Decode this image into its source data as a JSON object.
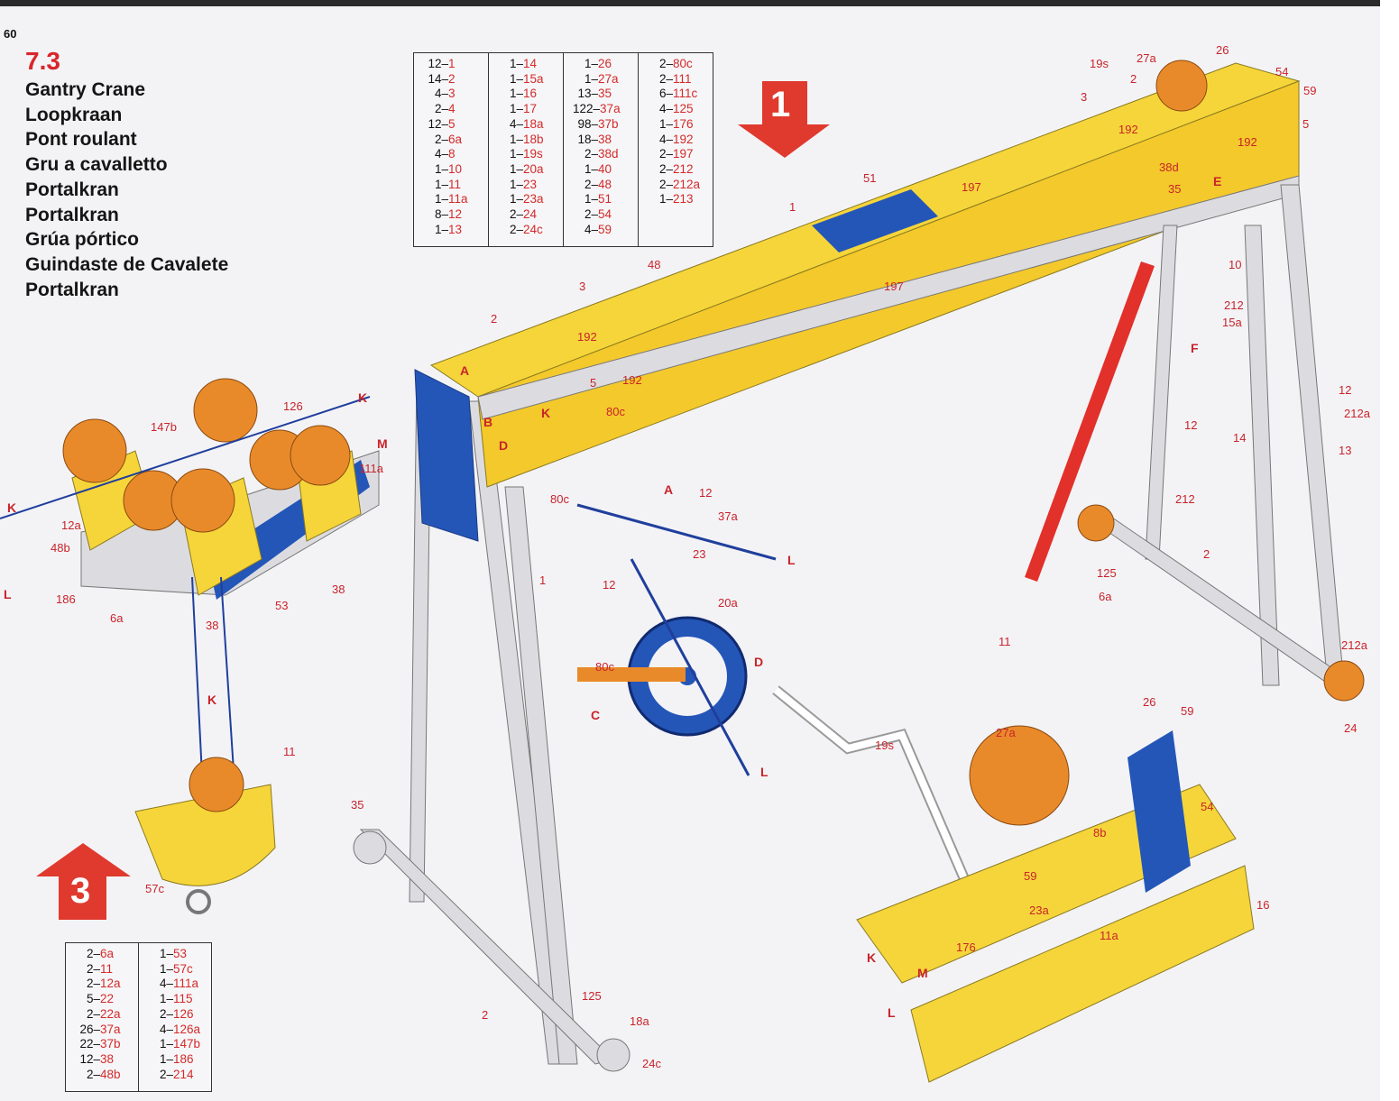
{
  "page_number": "60",
  "model_number": "7.3",
  "model_names": [
    "Gantry Crane",
    "Loopkraan",
    "Pont roulant",
    "Gru a cavalletto",
    "Portalkran",
    "Portalkran",
    "Grúa pórtico",
    "Guindaste de Cavalete",
    "Portalkran"
  ],
  "stage_1": {
    "label": "1",
    "parts": [
      [
        {
          "q": "12–",
          "p": "1"
        },
        {
          "q": "14–",
          "p": "2"
        },
        {
          "q": "4–",
          "p": "3"
        },
        {
          "q": "2–",
          "p": "4"
        },
        {
          "q": "12–",
          "p": "5"
        },
        {
          "q": "2–",
          "p": "6a"
        },
        {
          "q": "4–",
          "p": "8"
        },
        {
          "q": "1–",
          "p": "10"
        },
        {
          "q": "1–",
          "p": "11"
        },
        {
          "q": "1–",
          "p": "11a"
        },
        {
          "q": "8–",
          "p": "12"
        },
        {
          "q": "1–",
          "p": "13"
        }
      ],
      [
        {
          "q": "1–",
          "p": "14"
        },
        {
          "q": "1–",
          "p": "15a"
        },
        {
          "q": "1–",
          "p": "16"
        },
        {
          "q": "1–",
          "p": "17"
        },
        {
          "q": "4–",
          "p": "18a"
        },
        {
          "q": "1–",
          "p": "18b"
        },
        {
          "q": "1–",
          "p": "19s"
        },
        {
          "q": "1–",
          "p": "20a"
        },
        {
          "q": "1–",
          "p": "23"
        },
        {
          "q": "1–",
          "p": "23a"
        },
        {
          "q": "2–",
          "p": "24"
        },
        {
          "q": "2–",
          "p": "24c"
        }
      ],
      [
        {
          "q": "1–",
          "p": "26"
        },
        {
          "q": "1–",
          "p": "27a"
        },
        {
          "q": "13–",
          "p": "35"
        },
        {
          "q": "122–",
          "p": "37a"
        },
        {
          "q": "98–",
          "p": "37b"
        },
        {
          "q": "18–",
          "p": "38"
        },
        {
          "q": "2–",
          "p": "38d"
        },
        {
          "q": "1–",
          "p": "40"
        },
        {
          "q": "2–",
          "p": "48"
        },
        {
          "q": "1–",
          "p": "51"
        },
        {
          "q": "2–",
          "p": "54"
        },
        {
          "q": "4–",
          "p": "59"
        }
      ],
      [
        {
          "q": "2–",
          "p": "80c"
        },
        {
          "q": "2–",
          "p": "111"
        },
        {
          "q": "6–",
          "p": "111c"
        },
        {
          "q": "4–",
          "p": "125"
        },
        {
          "q": "1–",
          "p": "176"
        },
        {
          "q": "4–",
          "p": "192"
        },
        {
          "q": "2–",
          "p": "197"
        },
        {
          "q": "2–",
          "p": "212"
        },
        {
          "q": "2–",
          "p": "212a"
        },
        {
          "q": "1–",
          "p": "213"
        }
      ]
    ]
  },
  "stage_3": {
    "label": "3",
    "parts": [
      [
        {
          "q": "2–",
          "p": "6a"
        },
        {
          "q": "2–",
          "p": "11"
        },
        {
          "q": "2–",
          "p": "12a"
        },
        {
          "q": "5–",
          "p": "22"
        },
        {
          "q": "2–",
          "p": "22a"
        },
        {
          "q": "26–",
          "p": "37a"
        },
        {
          "q": "22–",
          "p": "37b"
        },
        {
          "q": "12–",
          "p": "38"
        },
        {
          "q": "2–",
          "p": "48b"
        }
      ],
      [
        {
          "q": "1–",
          "p": "53"
        },
        {
          "q": "1–",
          "p": "57c"
        },
        {
          "q": "4–",
          "p": "111a"
        },
        {
          "q": "1–",
          "p": "115"
        },
        {
          "q": "2–",
          "p": "126"
        },
        {
          "q": "4–",
          "p": "126a"
        },
        {
          "q": "1–",
          "p": "147b"
        },
        {
          "q": "1–",
          "p": "186"
        },
        {
          "q": "2–",
          "p": "214"
        }
      ]
    ]
  },
  "callouts": [
    "19s",
    "27a",
    "26",
    "54",
    "59",
    "3",
    "2",
    "192",
    "5",
    "192",
    "38d",
    "35",
    "E",
    "197",
    "51",
    "1",
    "48",
    "3",
    "2",
    "192",
    "197",
    "10",
    "212",
    "15a",
    "F",
    "A",
    "B",
    "D",
    "5",
    "80c",
    "K",
    "192",
    "12",
    "14",
    "12",
    "212a",
    "13",
    "80c",
    "A",
    "12",
    "37a",
    "23",
    "L",
    "12",
    "20a",
    "80c",
    "C",
    "D",
    "L",
    "212",
    "125",
    "2",
    "6a",
    "11",
    "26",
    "59",
    "27a",
    "19s",
    "54",
    "8b",
    "59",
    "23a",
    "11a",
    "16",
    "K",
    "176",
    "M",
    "L",
    "212a",
    "24",
    "35",
    "125",
    "18a",
    "24c",
    "2",
    "1",
    "K",
    "126",
    "147b",
    "M",
    "111a",
    "K",
    "12a",
    "48b",
    "L",
    "186",
    "6a",
    "38",
    "53",
    "38",
    "K",
    "11",
    "57c"
  ],
  "colors": {
    "accent_red": "#d8262b",
    "yellow": "#f6d53a",
    "blue": "#2456b8",
    "orange": "#e98a2a",
    "silver": "#d9d9de"
  }
}
